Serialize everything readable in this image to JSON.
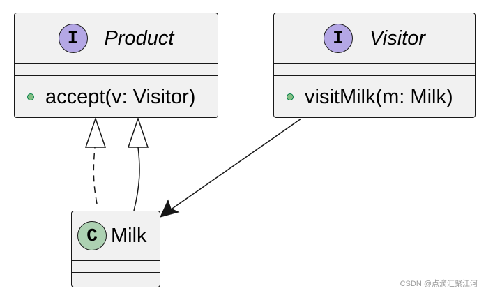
{
  "diagram": {
    "nodes": {
      "product": {
        "stereotype_letter": "I",
        "name": "Product",
        "kind": "interface",
        "methods": [
          {
            "visibility": "public",
            "signature": "accept(v: Visitor)"
          }
        ]
      },
      "visitor": {
        "stereotype_letter": "I",
        "name": "Visitor",
        "kind": "interface",
        "methods": [
          {
            "visibility": "public",
            "signature": "visitMilk(m: Milk)"
          }
        ]
      },
      "milk": {
        "stereotype_letter": "C",
        "name": "Milk",
        "kind": "class",
        "methods": []
      }
    },
    "edges": [
      {
        "from": "milk",
        "to": "product",
        "type": "realization",
        "line": "dashed"
      },
      {
        "from": "milk",
        "to": "product",
        "type": "generalization",
        "line": "solid"
      },
      {
        "from": "visitor",
        "to": "milk",
        "type": "dependency",
        "line": "solid"
      }
    ]
  },
  "colors": {
    "box_fill": "#f1f1f1",
    "border": "#181818",
    "interface_badge": "#b4a7e5",
    "class_badge": "#add1b2",
    "public_dot": "#84be84"
  },
  "icons": {
    "interface": "interface-stereotype-icon",
    "class": "class-stereotype-icon",
    "public": "public-visibility-icon"
  },
  "watermark": "CSDN @点滴汇聚江河"
}
